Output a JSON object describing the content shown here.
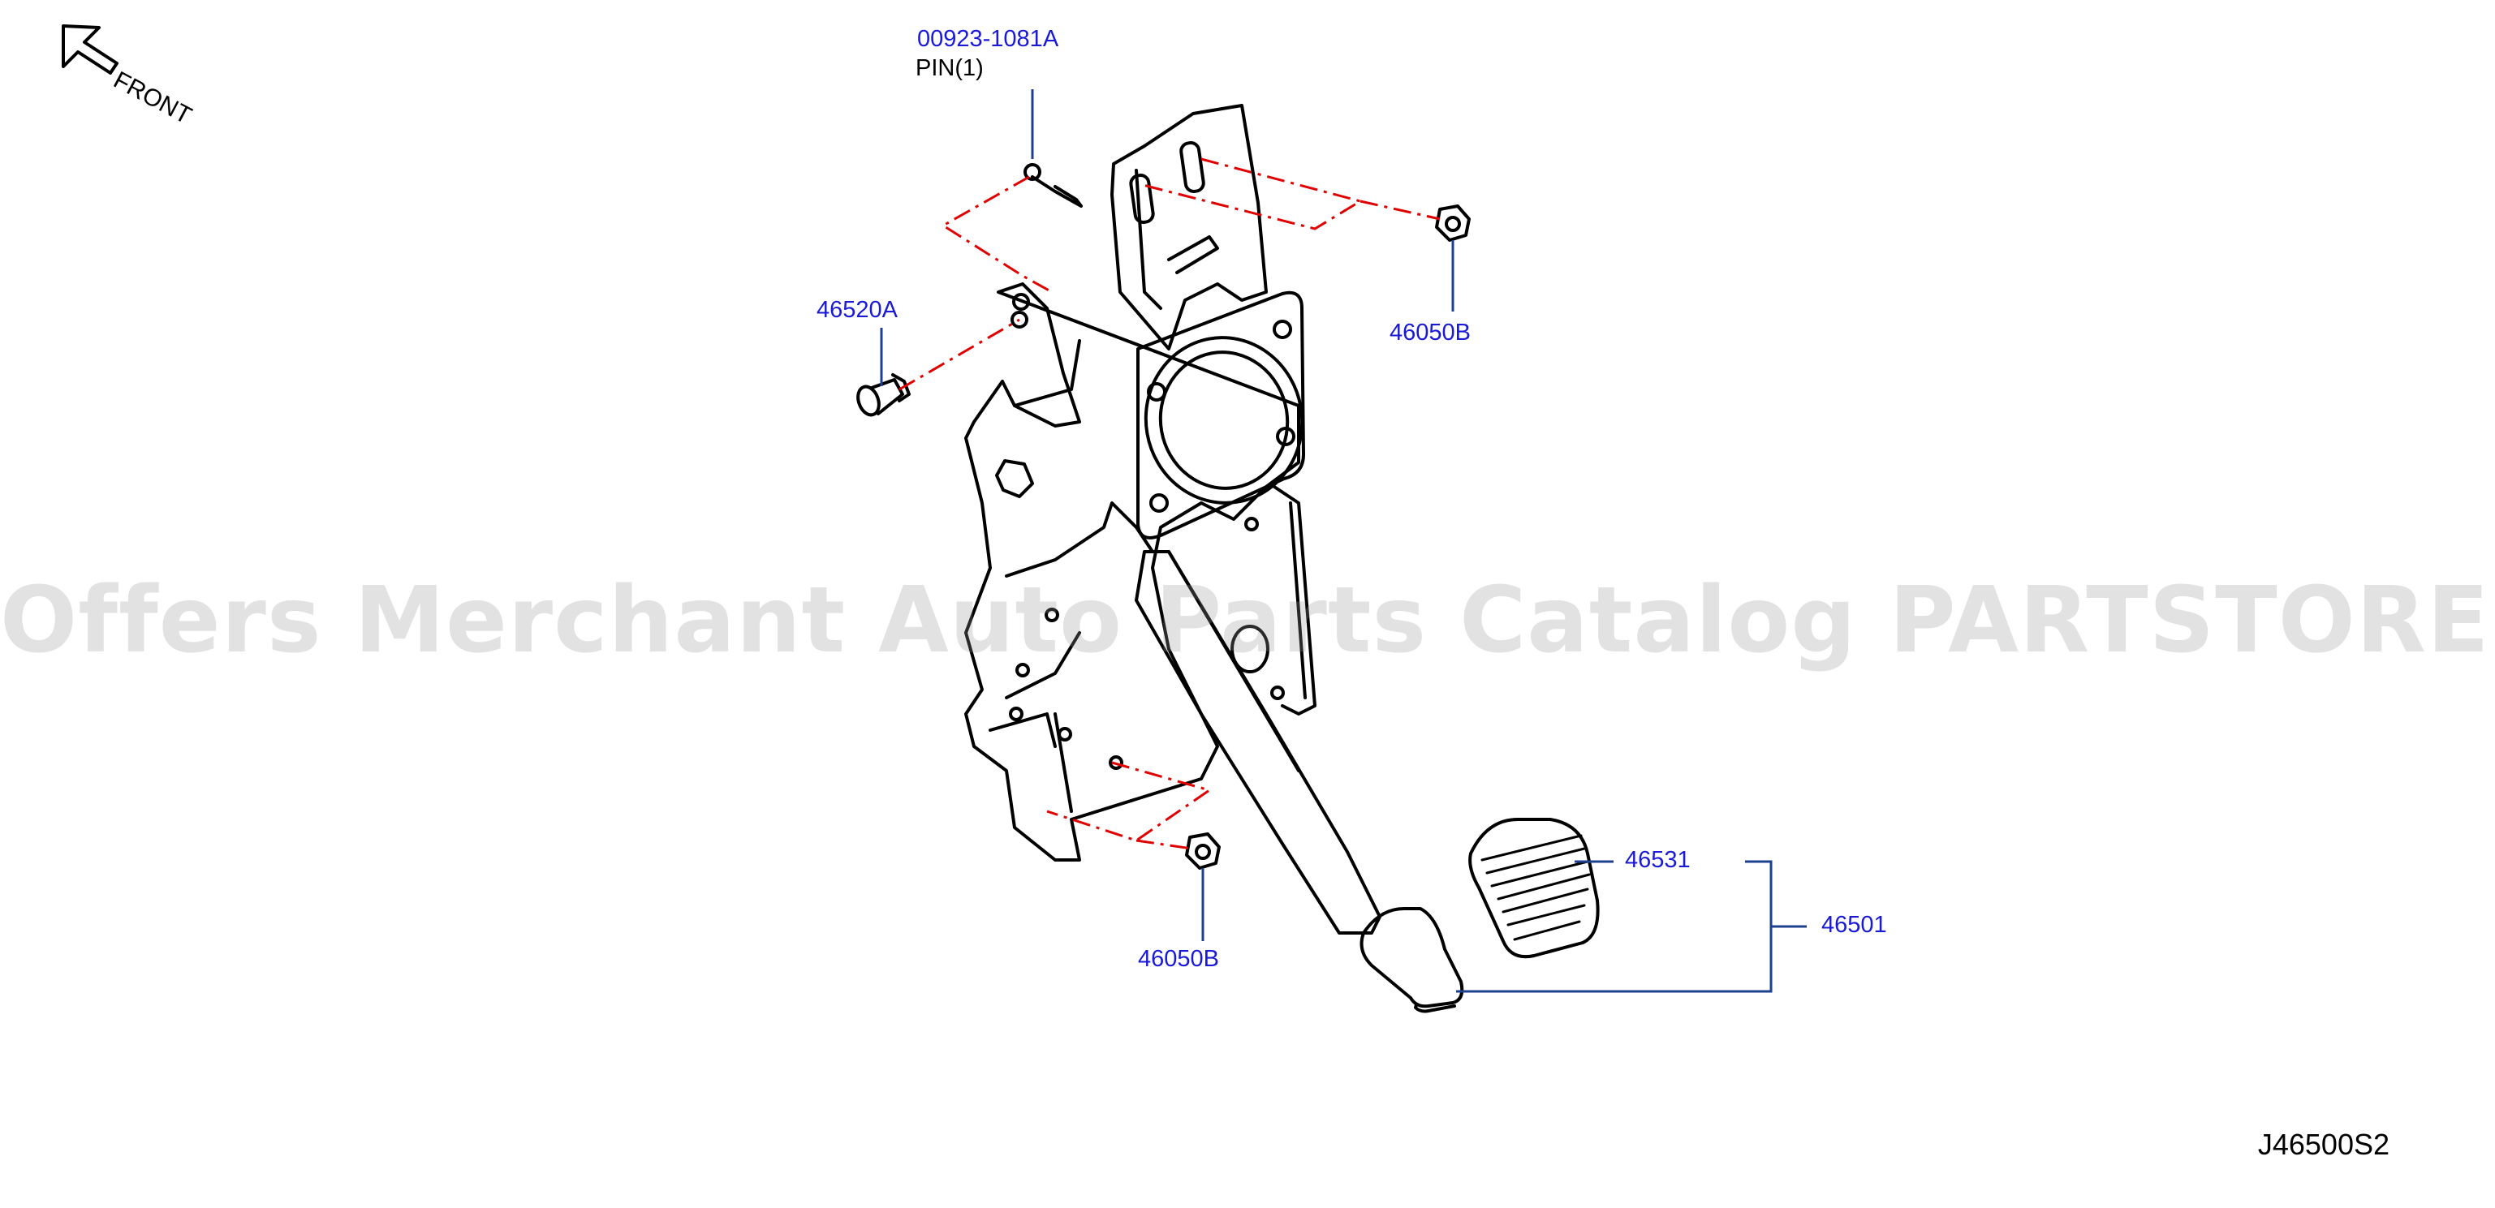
{
  "colors": {
    "callout": "#1a1ad6",
    "leader": "#1f3f8f",
    "dash": "#e00000",
    "ink": "#000000"
  },
  "orientation": {
    "label": "FRONT",
    "icon": "arrow-icon"
  },
  "parts": [
    {
      "id": "p00923",
      "number": "00923-1081A",
      "name": "PIN(1)"
    },
    {
      "id": "p46520",
      "number": "46520A"
    },
    {
      "id": "p46050b-top",
      "number": "46050B"
    },
    {
      "id": "p46050b-bottom",
      "number": "46050B"
    },
    {
      "id": "p46531",
      "number": "46531"
    },
    {
      "id": "p46501",
      "number": "46501"
    }
  ],
  "watermark": "Offers Merchant Auto Parts Catalog PARTSTORE.SA",
  "diagram_code": "J46500S2"
}
